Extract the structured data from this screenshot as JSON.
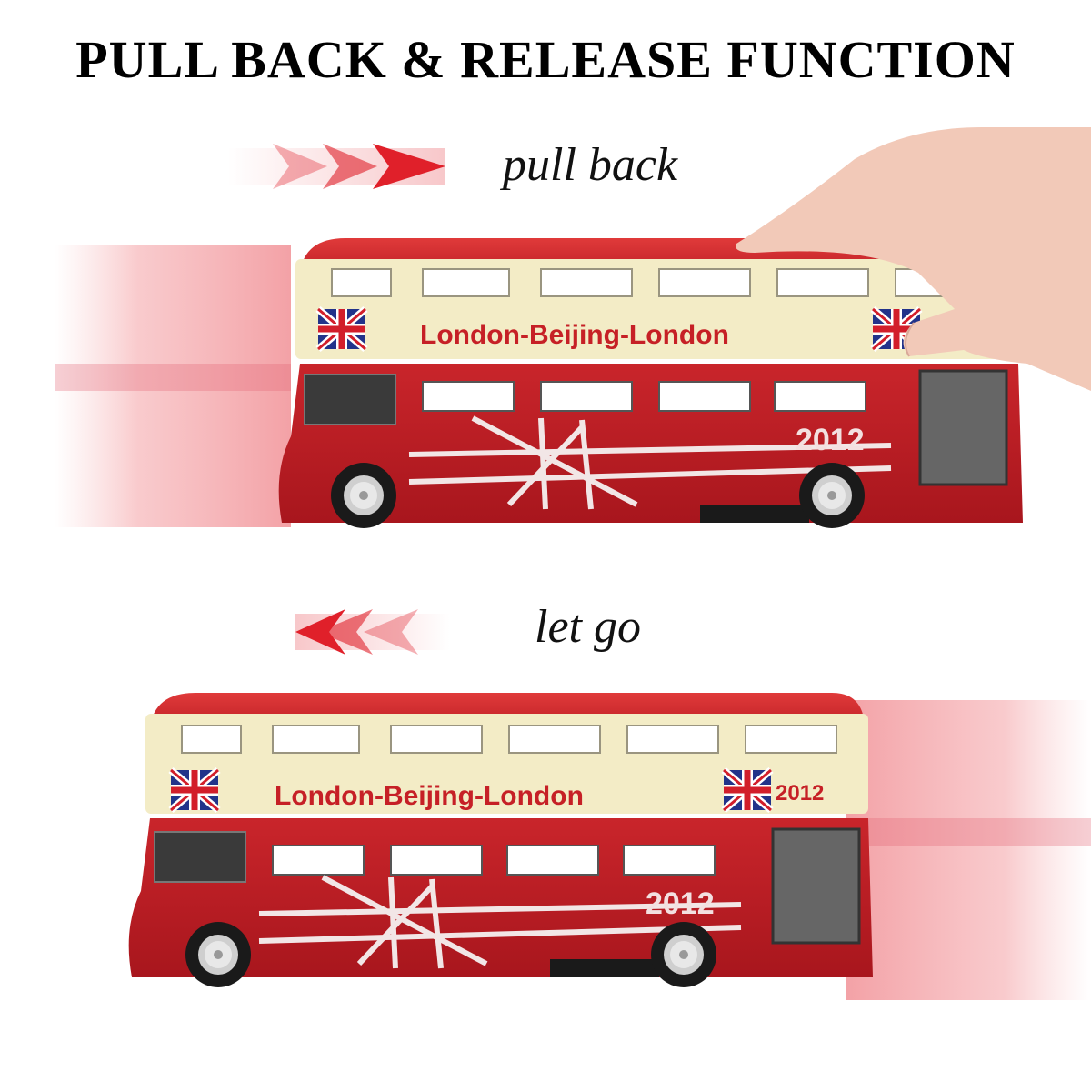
{
  "headline": "PULL BACK & RELEASE FUNCTION",
  "steps": {
    "pull_back_label": "pull back",
    "let_go_label": "let go"
  },
  "bus_top": {
    "banner_text": "London-Beijing-London",
    "year_text": "2012"
  },
  "bus_bottom": {
    "banner_text": "London-Beijing-London",
    "flag_year_text": "2012",
    "year_text": "2012"
  },
  "colors": {
    "bus_red": "#c62026",
    "bus_cream": "#f3ecc6",
    "arrow_red": "#e0202a",
    "motion_blur": "#f4a0a4"
  }
}
